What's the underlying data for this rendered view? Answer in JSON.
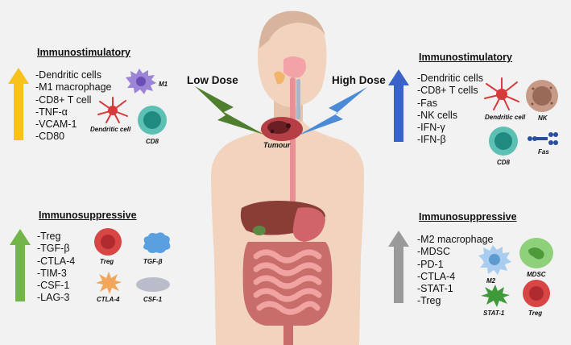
{
  "colors": {
    "background": "#f2f2f2",
    "arrow_up_yellow": "#f8c21a",
    "arrow_up_blue": "#3a63c8",
    "arrow_up_green": "#74b54a",
    "arrow_up_gray": "#9a9a9a",
    "bolt_low_dose": "#4f7f2e",
    "bolt_high_dose": "#4a8ad6",
    "skin": "#f1d3be"
  },
  "dose": {
    "low": "Low Dose",
    "high": "High Dose"
  },
  "tumour_label": "Tumour",
  "low_dose": {
    "immunostimulatory": {
      "heading": "Immunostimulatory",
      "items": [
        "-Dendritic cells",
        "-M1 macrophage",
        "-CD8+ T cell",
        "-TNF-α",
        "-VCAM-1",
        "-CD80"
      ],
      "cells": {
        "m1": "M1",
        "dendritic": "Dendritic cell",
        "cd8": "CD8"
      }
    },
    "immunosuppressive": {
      "heading": "Immunosuppressive",
      "items": [
        "-Treg",
        "-TGF-β",
        "-CTLA-4",
        "-TIM-3",
        "-CSF-1",
        "-LAG-3"
      ],
      "cells": {
        "treg": "Treg",
        "tgfb": "TGF-β",
        "ctla4": "CTLA-4",
        "csf1": "CSF-1"
      }
    }
  },
  "high_dose": {
    "immunostimulatory": {
      "heading": "Immunostimulatory",
      "items": [
        "-Dendritic cells",
        "-CD8+ T cells",
        "-Fas",
        "-NK cells",
        "-IFN-γ",
        "-IFN-β"
      ],
      "cells": {
        "dendritic": "Dendritic cell",
        "nk": "NK",
        "cd8": "CD8",
        "fas": "Fas"
      }
    },
    "immunosuppressive": {
      "heading": "Immunosuppressive",
      "items": [
        "-M2 macrophage",
        "-MDSC",
        "-PD-1",
        "-CTLA-4",
        "-STAT-1",
        "-Treg"
      ],
      "cells": {
        "m2": "M2",
        "mdsc": "MDSC",
        "stat1": "STAT-1",
        "treg": "Treg"
      }
    }
  }
}
